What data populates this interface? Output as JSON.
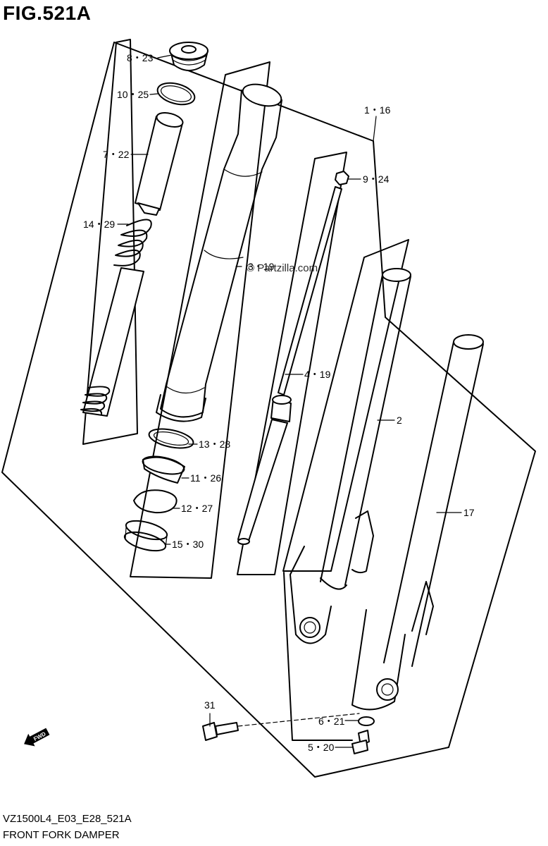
{
  "figure": {
    "title": "FIG.521A",
    "diagram_code": "VZ1500L4_E03_E28_521A",
    "caption": "FRONT FORK DAMPER",
    "watermark": "© Partzilla.com",
    "fwd_label": "FWD"
  },
  "callouts": [
    {
      "id": "8",
      "text": "8・23"
    },
    {
      "id": "10",
      "text": "10・25"
    },
    {
      "id": "7",
      "text": "7・22"
    },
    {
      "id": "14",
      "text": "14・29"
    },
    {
      "id": "1",
      "text": "1・16"
    },
    {
      "id": "9",
      "text": "9・24"
    },
    {
      "id": "3",
      "text": "3・19"
    },
    {
      "id": "4",
      "text": "4・19"
    },
    {
      "id": "2",
      "text": "2"
    },
    {
      "id": "13",
      "text": "13・28"
    },
    {
      "id": "11",
      "text": "11・26"
    },
    {
      "id": "12",
      "text": "12・27"
    },
    {
      "id": "15",
      "text": "15・30"
    },
    {
      "id": "17",
      "text": "17"
    },
    {
      "id": "31",
      "text": "31"
    },
    {
      "id": "6",
      "text": "6・21"
    },
    {
      "id": "5",
      "text": "5・20"
    }
  ],
  "icons": [
    "fwd-arrow-icon"
  ]
}
